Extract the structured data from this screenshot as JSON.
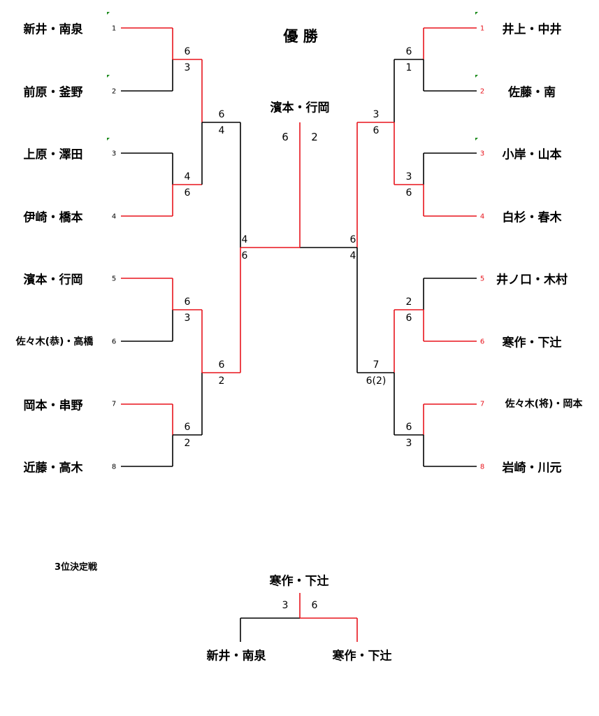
{
  "title": "優 勝",
  "champion": "濱本・行岡",
  "final_score": {
    "left": "6",
    "right": "2"
  },
  "left_teams": [
    {
      "seed": "1",
      "name": "新井・南泉"
    },
    {
      "seed": "2",
      "name": "前原・釜野"
    },
    {
      "seed": "3",
      "name": "上原・澤田"
    },
    {
      "seed": "4",
      "name": "伊崎・橋本"
    },
    {
      "seed": "5",
      "name": "濱本・行岡"
    },
    {
      "seed": "6",
      "name": "佐々木(恭)・高橋"
    },
    {
      "seed": "7",
      "name": "岡本・串野"
    },
    {
      "seed": "8",
      "name": "近藤・高木"
    }
  ],
  "right_teams": [
    {
      "seed": "1",
      "name": "井上・中井"
    },
    {
      "seed": "2",
      "name": "佐藤・南"
    },
    {
      "seed": "3",
      "name": "小岸・山本"
    },
    {
      "seed": "4",
      "name": "白杉・春木"
    },
    {
      "seed": "5",
      "name": "井ノ口・木村"
    },
    {
      "seed": "6",
      "name": "寒作・下辻"
    },
    {
      "seed": "7",
      "name": "佐々木(将)・岡本"
    },
    {
      "seed": "8",
      "name": "岩崎・川元"
    }
  ],
  "left_scores": {
    "r1": [
      [
        "6",
        "3"
      ],
      [
        "4",
        "6"
      ],
      [
        "6",
        "3"
      ],
      [
        "6",
        "2"
      ]
    ],
    "r2": [
      [
        "6",
        "4"
      ],
      [
        "6",
        "2"
      ]
    ],
    "semi": [
      "4",
      "6"
    ]
  },
  "right_scores": {
    "r1": [
      [
        "6",
        "1"
      ],
      [
        "3",
        "6"
      ],
      [
        "2",
        "6"
      ],
      [
        "6",
        "3"
      ]
    ],
    "r2": [
      [
        "3",
        "6"
      ],
      [
        "7",
        "6(2)"
      ]
    ],
    "semi": [
      "6",
      "4"
    ]
  },
  "third_place": {
    "label": "3位決定戦",
    "winner": "寒作・下辻",
    "left_name": "新井・南泉",
    "right_name": "寒作・下辻",
    "left_score": "3",
    "right_score": "6"
  },
  "colors": {
    "win": "#e8141c",
    "lose": "#000000",
    "marker": "#1a8a1a"
  }
}
